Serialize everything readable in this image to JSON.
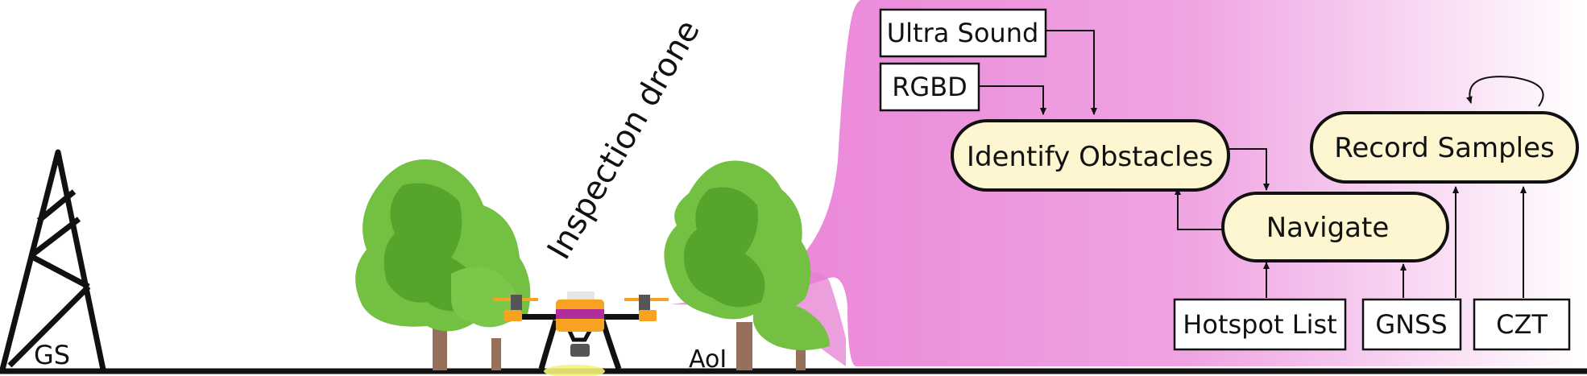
{
  "labels": {
    "ground_station": "GS",
    "drone_caption": "Inspection drone",
    "area_of_interest": "AoI"
  },
  "nodes": {
    "ultra_sound": "Ultra Sound",
    "rgbd": "RGBD",
    "identify_obstacles": "Identify Obstacles",
    "navigate": "Navigate",
    "record_samples": "Record Samples",
    "hotspot_list": "Hotspot List",
    "gnss": "GNSS",
    "czt": "CZT"
  },
  "colors": {
    "beam": "#ea82d8",
    "node_fill": "#fdf6d0",
    "tree_light": "#74c043",
    "tree_dark": "#57a42d",
    "trunk": "#96705b",
    "drone_body": "#f7a321",
    "drone_band": "#b12d9b",
    "ground": "#111111"
  }
}
